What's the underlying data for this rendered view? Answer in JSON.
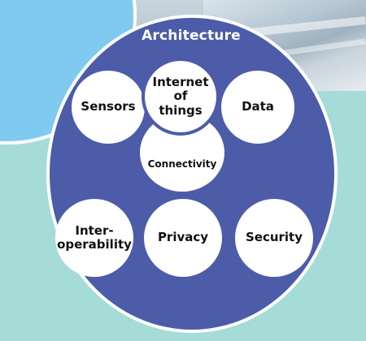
{
  "diagram": {
    "title": "Architecture",
    "nodes": {
      "sensors": "Sensors",
      "data": "Data",
      "iot_line1": "Internet",
      "iot_line2": "of",
      "iot_line3": "things",
      "connectivity": "Connectivity",
      "inter_line1": "Inter-",
      "inter_line2": "operability",
      "privacy": "Privacy",
      "security": "Security"
    },
    "colors": {
      "circle_fill": "#4c5ca8",
      "node_fill": "#ffffff",
      "background": "#a6dcd8",
      "accent_circle": "#7fcbf0"
    }
  }
}
